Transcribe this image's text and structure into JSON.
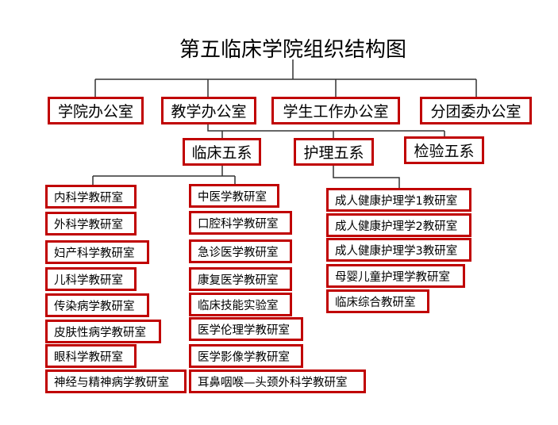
{
  "title": "第五临床学院组织结构图",
  "offices": [
    "学院办公室",
    "教学办公室",
    "学生工作办公室",
    "分团委办公室"
  ],
  "departments": [
    "临床五系",
    "护理五系",
    "检验五系"
  ],
  "clinical_left": [
    "内科学教研室",
    "外科学教研室",
    "妇产科学教研室",
    "儿科学教研室",
    "传染病学教研室",
    "皮肤性病学教研室",
    "眼科学教研室",
    "神经与精神病学教研室"
  ],
  "clinical_mid": [
    "中医学教研室",
    "口腔科学教研室",
    "急诊医学教研室",
    "康复医学教研室",
    "临床技能实验室",
    "医学伦理学教研室",
    "医学影像学教研室",
    "耳鼻咽喉—头颈外科学教研室"
  ],
  "nursing": [
    "成人健康护理学1教研室",
    "成人健康护理学2教研室",
    "成人健康护理学3教研室",
    "母婴儿童护理学教研室",
    "临床综合教研室"
  ]
}
